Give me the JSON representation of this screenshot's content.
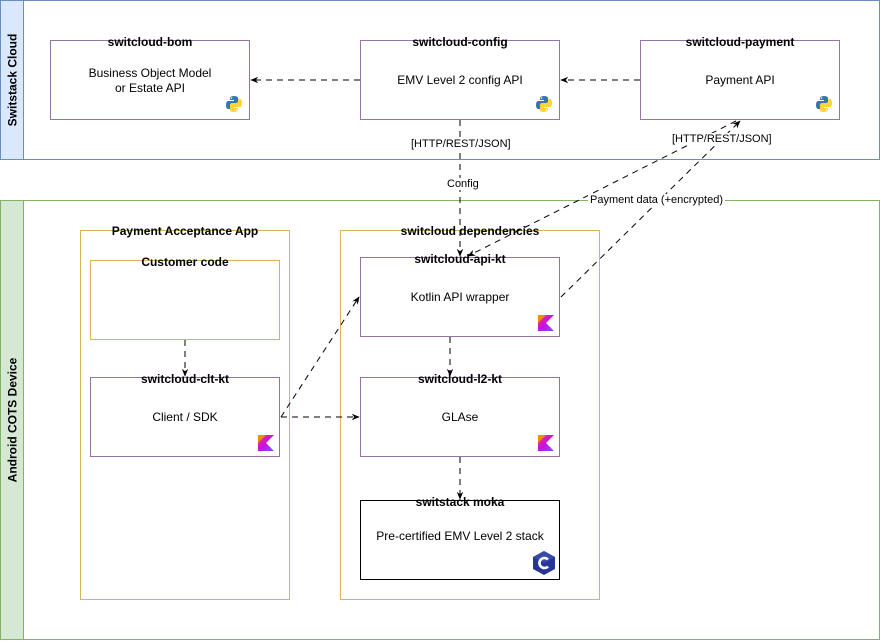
{
  "lanes": {
    "cloud": "Switstack Cloud",
    "device": "Android COTS Device"
  },
  "services": {
    "bom": {
      "title": "switcloud-bom",
      "line1": "Business Object Model",
      "line2": "or Estate API",
      "icon": "python-icon"
    },
    "config": {
      "title": "switcloud-config",
      "label": "EMV Level 2 config API",
      "icon": "python-icon"
    },
    "payment": {
      "title": "switcloud-payment",
      "label": "Payment API",
      "icon": "python-icon"
    }
  },
  "groups": {
    "app": "Payment Acceptance App",
    "deps": "switcloud dependencies"
  },
  "components": {
    "customer": {
      "title": "Customer code",
      "label": ""
    },
    "clt": {
      "title": "switcloud-clt-kt",
      "label": "Client / SDK",
      "icon": "kotlin-icon"
    },
    "api": {
      "title": "switcloud-api-kt",
      "label": "Kotlin API wrapper",
      "icon": "kotlin-icon"
    },
    "l2": {
      "title": "switcloud-l2-kt",
      "label": "GLAse",
      "icon": "kotlin-icon"
    },
    "moka": {
      "title": "switstack moka",
      "label": "Pre-certified EMV Level 2 stack",
      "icon": "c-language-icon"
    }
  },
  "edges": {
    "config_protocol": "[HTTP/REST/JSON]",
    "config_label": "Config",
    "payment_protocol": "[HTTP/REST/JSON]",
    "payment_label": "Payment data (+encrypted)"
  },
  "colors": {
    "cloud_fill": "#dae8fc",
    "cloud_stroke": "#6c8ebf",
    "device_fill": "#d5e8d4",
    "device_stroke": "#82b366",
    "group_stroke": "#d6b656",
    "box_stroke": "#9673a6"
  }
}
